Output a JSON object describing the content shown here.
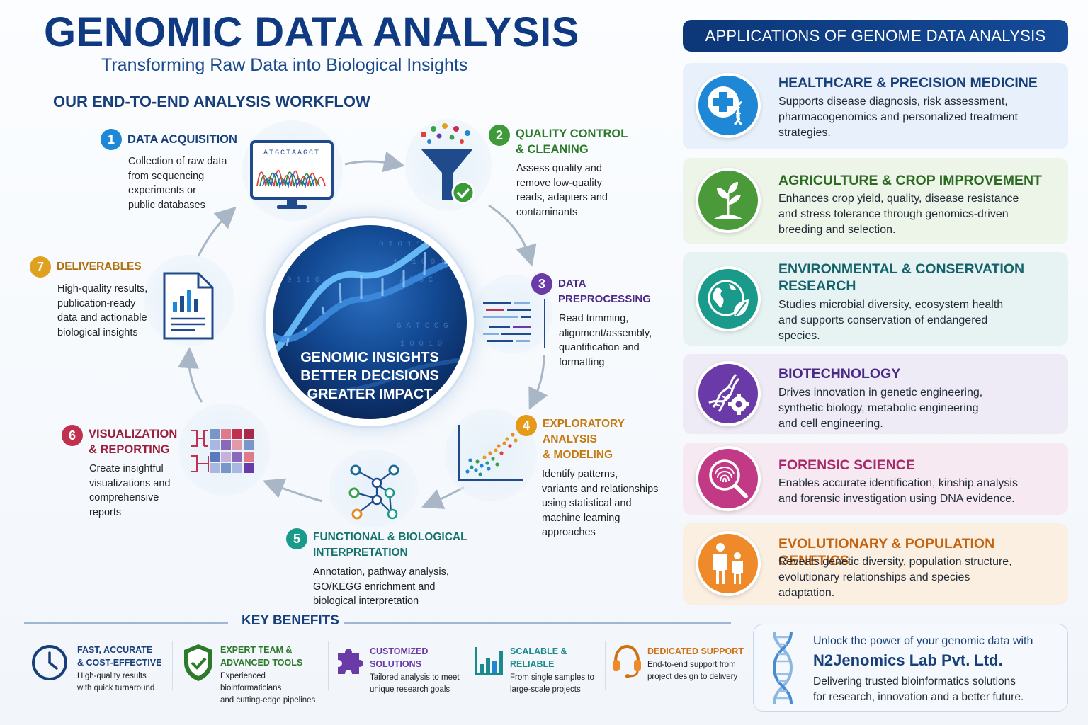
{
  "header": {
    "title": "GENOMIC DATA ANALYSIS",
    "subtitle": "Transforming Raw Data into Biological Insights",
    "workflow_title": "OUR END-TO-END ANALYSIS WORKFLOW"
  },
  "steps": [
    {
      "num": "1",
      "title": "DATA ACQUISITION",
      "desc": "Collection of raw data\nfrom sequencing\nexperiments or\npublic databases",
      "color": "#1e88d6",
      "title_color": "#173f7a"
    },
    {
      "num": "2",
      "title": "QUALITY CONTROL\n& CLEANING",
      "desc": "Assess quality and\nremove low-quality\nreads, adapters and\ncontaminants",
      "color": "#3f9a3a",
      "title_color": "#2d7a2a"
    },
    {
      "num": "3",
      "title": "DATA PREPROCESSING",
      "desc": "Read trimming,\nalignment/assembly,\nquantification and\nformatting",
      "color": "#6a3aa8",
      "title_color": "#4a2a86"
    },
    {
      "num": "4",
      "title": "EXPLORATORY ANALYSIS\n& MODELING",
      "desc": "Identify patterns,\nvariants and relationships\nusing statistical and\nmachine learning\napproaches",
      "color": "#e59a1a",
      "title_color": "#c57a10"
    },
    {
      "num": "5",
      "title": "FUNCTIONAL & BIOLOGICAL\nINTERPRETATION",
      "desc": "Annotation, pathway analysis,\nGO/KEGG enrichment and\nbiological interpretation",
      "color": "#1a9a8a",
      "title_color": "#14726a"
    },
    {
      "num": "6",
      "title": "VISUALIZATION\n& REPORTING",
      "desc": "Create insightful\nvisualizations and\ncomprehensive\nreports",
      "color": "#c0314f",
      "title_color": "#9a1f3c"
    },
    {
      "num": "7",
      "title": "DELIVERABLES",
      "desc": "High-quality results,\npublication-ready\ndata and actionable\nbiological insights",
      "color": "#e0a020",
      "title_color": "#b07010"
    }
  ],
  "sequence_text": "ATGCTAAGCT",
  "center": {
    "line1": "GENOMIC INSIGHTS",
    "line2": "BETTER DECISIONS",
    "line3": "GREATER IMPACT"
  },
  "applications": {
    "header": "APPLICATIONS OF GENOME DATA ANALYSIS",
    "cards": [
      {
        "title": "HEALTHCARE & PRECISION MEDICINE",
        "desc": "Supports disease diagnosis, risk assessment,\npharmacogenomics and personalized treatment\nstrategies.",
        "icon": "medical-cross-dna-icon",
        "color": "#1e88d6",
        "title_color": "#173f7a",
        "bg": "#e8f1fb"
      },
      {
        "title": "AGRICULTURE & CROP IMPROVEMENT",
        "desc": "Enhances crop yield, quality, disease resistance\nand stress tolerance through genomics-driven\nbreeding and selection.",
        "icon": "plant-sprout-icon",
        "color": "#4a9a3a",
        "title_color": "#2d6a22",
        "bg": "#ecf5e8"
      },
      {
        "title": "ENVIRONMENTAL & CONSERVATION\nRESEARCH",
        "desc": "Studies microbial diversity, ecosystem health\nand supports conservation of endangered\nspecies.",
        "icon": "globe-leaf-icon",
        "color": "#1a9a8a",
        "title_color": "#14626a",
        "bg": "#e6f3f2"
      },
      {
        "title": "BIOTECHNOLOGY",
        "desc": "Drives innovation in genetic engineering,\nsynthetic biology, metabolic engineering\nand cell engineering.",
        "icon": "dna-gear-icon",
        "color": "#6a3aa8",
        "title_color": "#4a2a86",
        "bg": "#eeeaf6"
      },
      {
        "title": "FORENSIC SCIENCE",
        "desc": "Enables accurate identification, kinship analysis\nand forensic investigation using DNA evidence.",
        "icon": "fingerprint-magnifier-icon",
        "color": "#c23a86",
        "title_color": "#a82a6a",
        "bg": "#f6e9f1"
      },
      {
        "title": "EVOLUTIONARY & POPULATION GENETICS",
        "desc": "Reveals genetic diversity, population structure,\nevolutionary relationships and species\nadaptation.",
        "icon": "people-icon",
        "color": "#ee8a2a",
        "title_color": "#c56410",
        "bg": "#fbefe2"
      }
    ]
  },
  "benefits": {
    "title": "KEY BENEFITS",
    "items": [
      {
        "title": "FAST, ACCURATE\n& COST-EFFECTIVE",
        "desc": "High-quality results\nwith quick turnaround",
        "icon": "clock-icon",
        "color": "#173f7a"
      },
      {
        "title": "EXPERT TEAM &\nADVANCED TOOLS",
        "desc": "Experienced bioinformaticians\nand cutting-edge pipelines",
        "icon": "shield-check-icon",
        "color": "#2d7a2a"
      },
      {
        "title": "CUSTOMIZED SOLUTIONS",
        "desc": "Tailored analysis to meet\nunique research goals",
        "icon": "puzzle-icon",
        "color": "#6a3aa8"
      },
      {
        "title": "SCALABLE & RELIABLE",
        "desc": "From single samples to\nlarge-scale projects",
        "icon": "bar-chart-icon",
        "color": "#1a8a8a"
      },
      {
        "title": "DEDICATED SUPPORT",
        "desc": "End-to-end support from\nproject design to delivery",
        "icon": "headset-icon",
        "color": "#d07010"
      }
    ]
  },
  "cta": {
    "line1": "Unlock the power of your genomic data with",
    "company": "N2Jenomics Lab Pvt. Ltd.",
    "line3": "Delivering trusted bioinformatics solutions\nfor research, innovation and a better future."
  }
}
